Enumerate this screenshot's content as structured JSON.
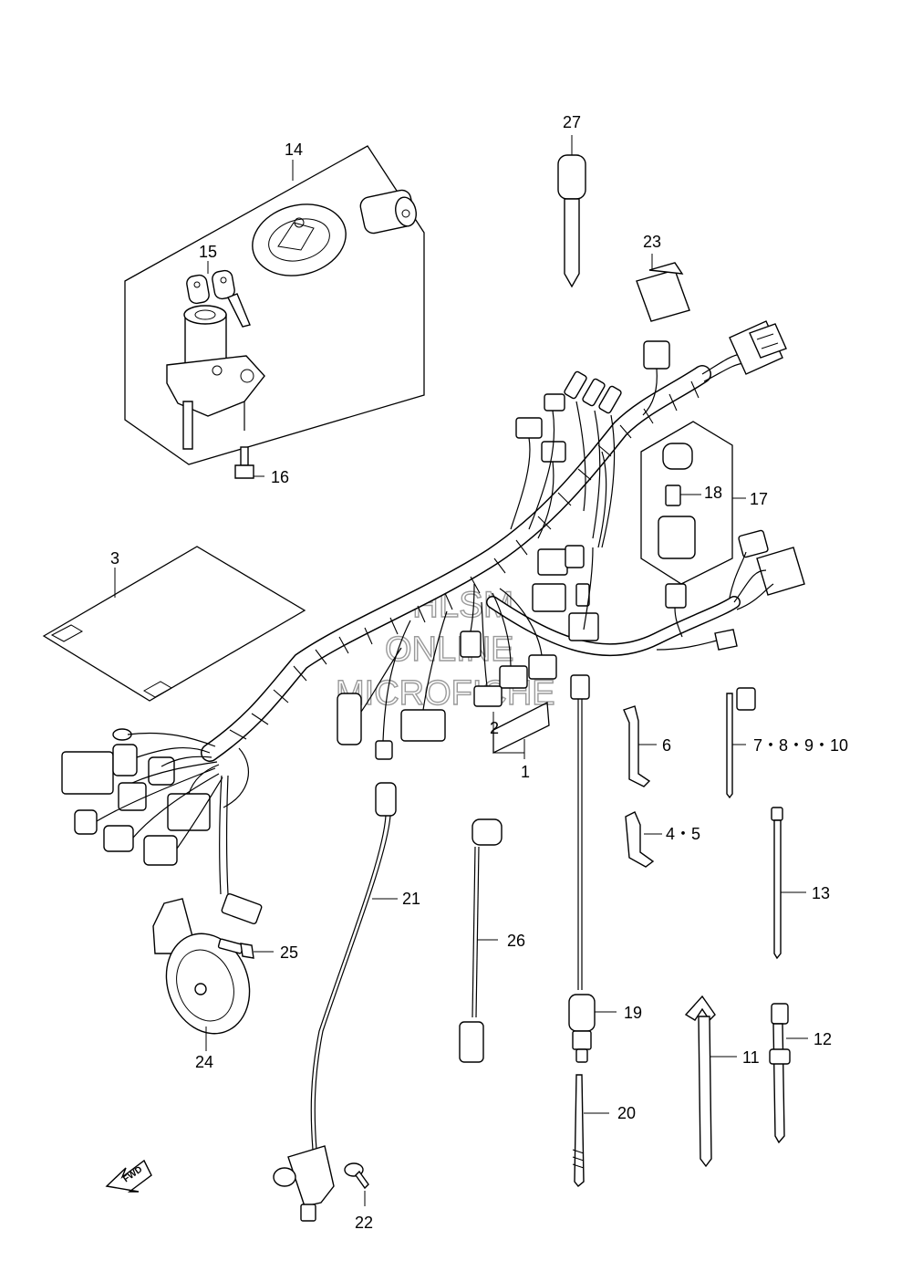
{
  "labels": {
    "p1": "1",
    "p2": "2",
    "p3": "3",
    "p4_5": "4・5",
    "p6": "6",
    "p7_10": "7・8・9・10",
    "p11": "11",
    "p12": "12",
    "p13": "13",
    "p14": "14",
    "p15": "15",
    "p16": "16",
    "p17": "17",
    "p18": "18",
    "p19": "19",
    "p20": "20",
    "p21": "21",
    "p22": "22",
    "p23": "23",
    "p24": "24",
    "p25": "25",
    "p26": "26",
    "p27": "27"
  },
  "watermark": {
    "line1": "HLSM",
    "line2": "ONLINE",
    "line3": "MICROFICHE"
  },
  "direction_arrow": {
    "text": "FWD"
  }
}
